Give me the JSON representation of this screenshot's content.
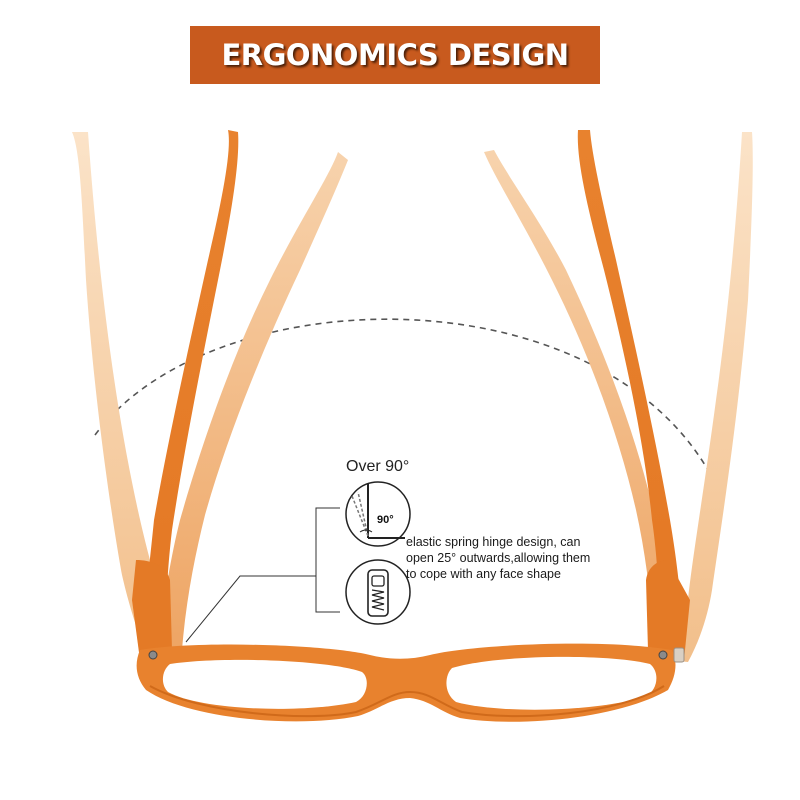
{
  "banner": {
    "title": "ERGONOMICS DESIGN"
  },
  "callout": {
    "angle_heading": "Over 90°",
    "angle_badge": "90°",
    "description_lines": [
      "elastic spring hinge design,   can",
      "open 25°  outwards,allowing them",
      "to cope with any face shape"
    ]
  },
  "icons": {
    "angle_detail": "hinge-angle-icon",
    "spring_detail": "spring-hinge-icon",
    "glasses": "glasses-frame-icon"
  },
  "colors": {
    "banner": "#c85a1e",
    "frame": "#e8822e",
    "temple_light": "#f5cfa6",
    "temple_mid": "#efad6c"
  }
}
